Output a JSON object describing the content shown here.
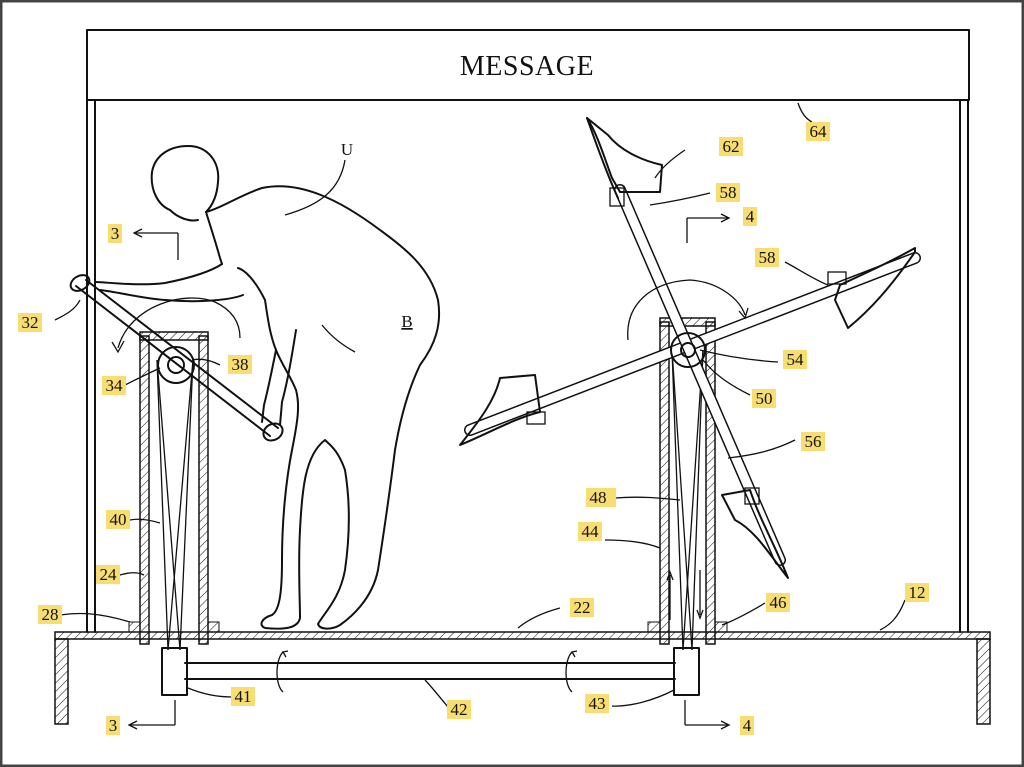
{
  "banner": {
    "title": "MESSAGE"
  },
  "labels": {
    "l64": "64",
    "l62": "62",
    "l58a": "58",
    "l58b": "58",
    "lU": "U",
    "lB": "B",
    "l3a": "3",
    "l3b": "3",
    "l4a": "4",
    "l4b": "4",
    "l32": "32",
    "l34": "34",
    "l38": "38",
    "l40": "40",
    "l24": "24",
    "l28": "28",
    "l22": "22",
    "l12": "12",
    "l46": "46",
    "l44": "44",
    "l48": "48",
    "l56": "56",
    "l54": "54",
    "l50": "50",
    "l41": "41",
    "l42": "42",
    "l43": "43"
  },
  "colors": {
    "highlight": "#f7dd72",
    "ink": "#111111",
    "frame": "#444444"
  }
}
